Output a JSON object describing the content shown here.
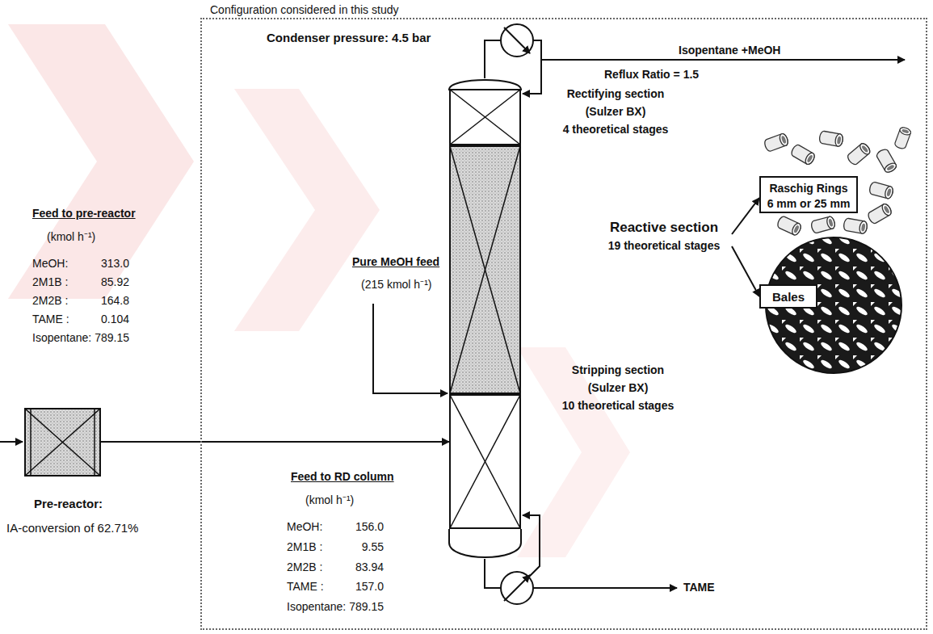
{
  "diagram": {
    "nodes": [
      {
        "text": [
          "Configuration considered in this study"
        ]
      },
      {
        "text": [
          "Rectifying section",
          "(Sulzer BX)",
          "4 theoretical stages"
        ],
        "in": 0
      },
      {
        "text": [
          "Reactive section",
          "19 theoretical stages"
        ],
        "in": 0
      },
      {
        "text": [
          "Raschig Rings",
          "6 mm or 25 mm"
        ],
        "in": 0
      },
      {
        "text": [
          "Bales"
        ],
        "in": 0
      },
      {
        "text": [
          "Stripping section",
          "(Sulzer BX)",
          "10 theoretical stages"
        ],
        "in": 0
      },
      {
        "text": [
          "Pre-reactor:",
          "IA-conversion of 62.71%"
        ]
      }
    ],
    "edges": [
      {
        "from": 6,
        "to": 5,
        "arrow": "to"
      },
      {
        "from": 2,
        "to": 3,
        "arrow": "to"
      },
      {
        "from": 2,
        "to": 4,
        "arrow": "to"
      }
    ],
    "labels": [
      "Condenser pressure: 4.5 bar",
      "Isopentane +MeOH",
      "Reflux Ratio = 1.5",
      "Pure MeOH feed",
      "(215 kmol h⁻¹)",
      "Feed to pre-reactor",
      "(kmol h⁻¹)",
      "MeOH:",
      "313.0",
      "2M1B :",
      "85.92",
      "2M2B :",
      "164.8",
      "TAME :",
      "0.104",
      "Isopentane:",
      "789.15",
      "Feed to RD column",
      "(kmol h⁻¹)",
      "MeOH:",
      "156.0",
      "2M1B :",
      "9.55",
      "2M2B :",
      "83.94",
      "TAME :",
      "157.0",
      "Isopentane:",
      "789.15",
      "TAME"
    ]
  }
}
